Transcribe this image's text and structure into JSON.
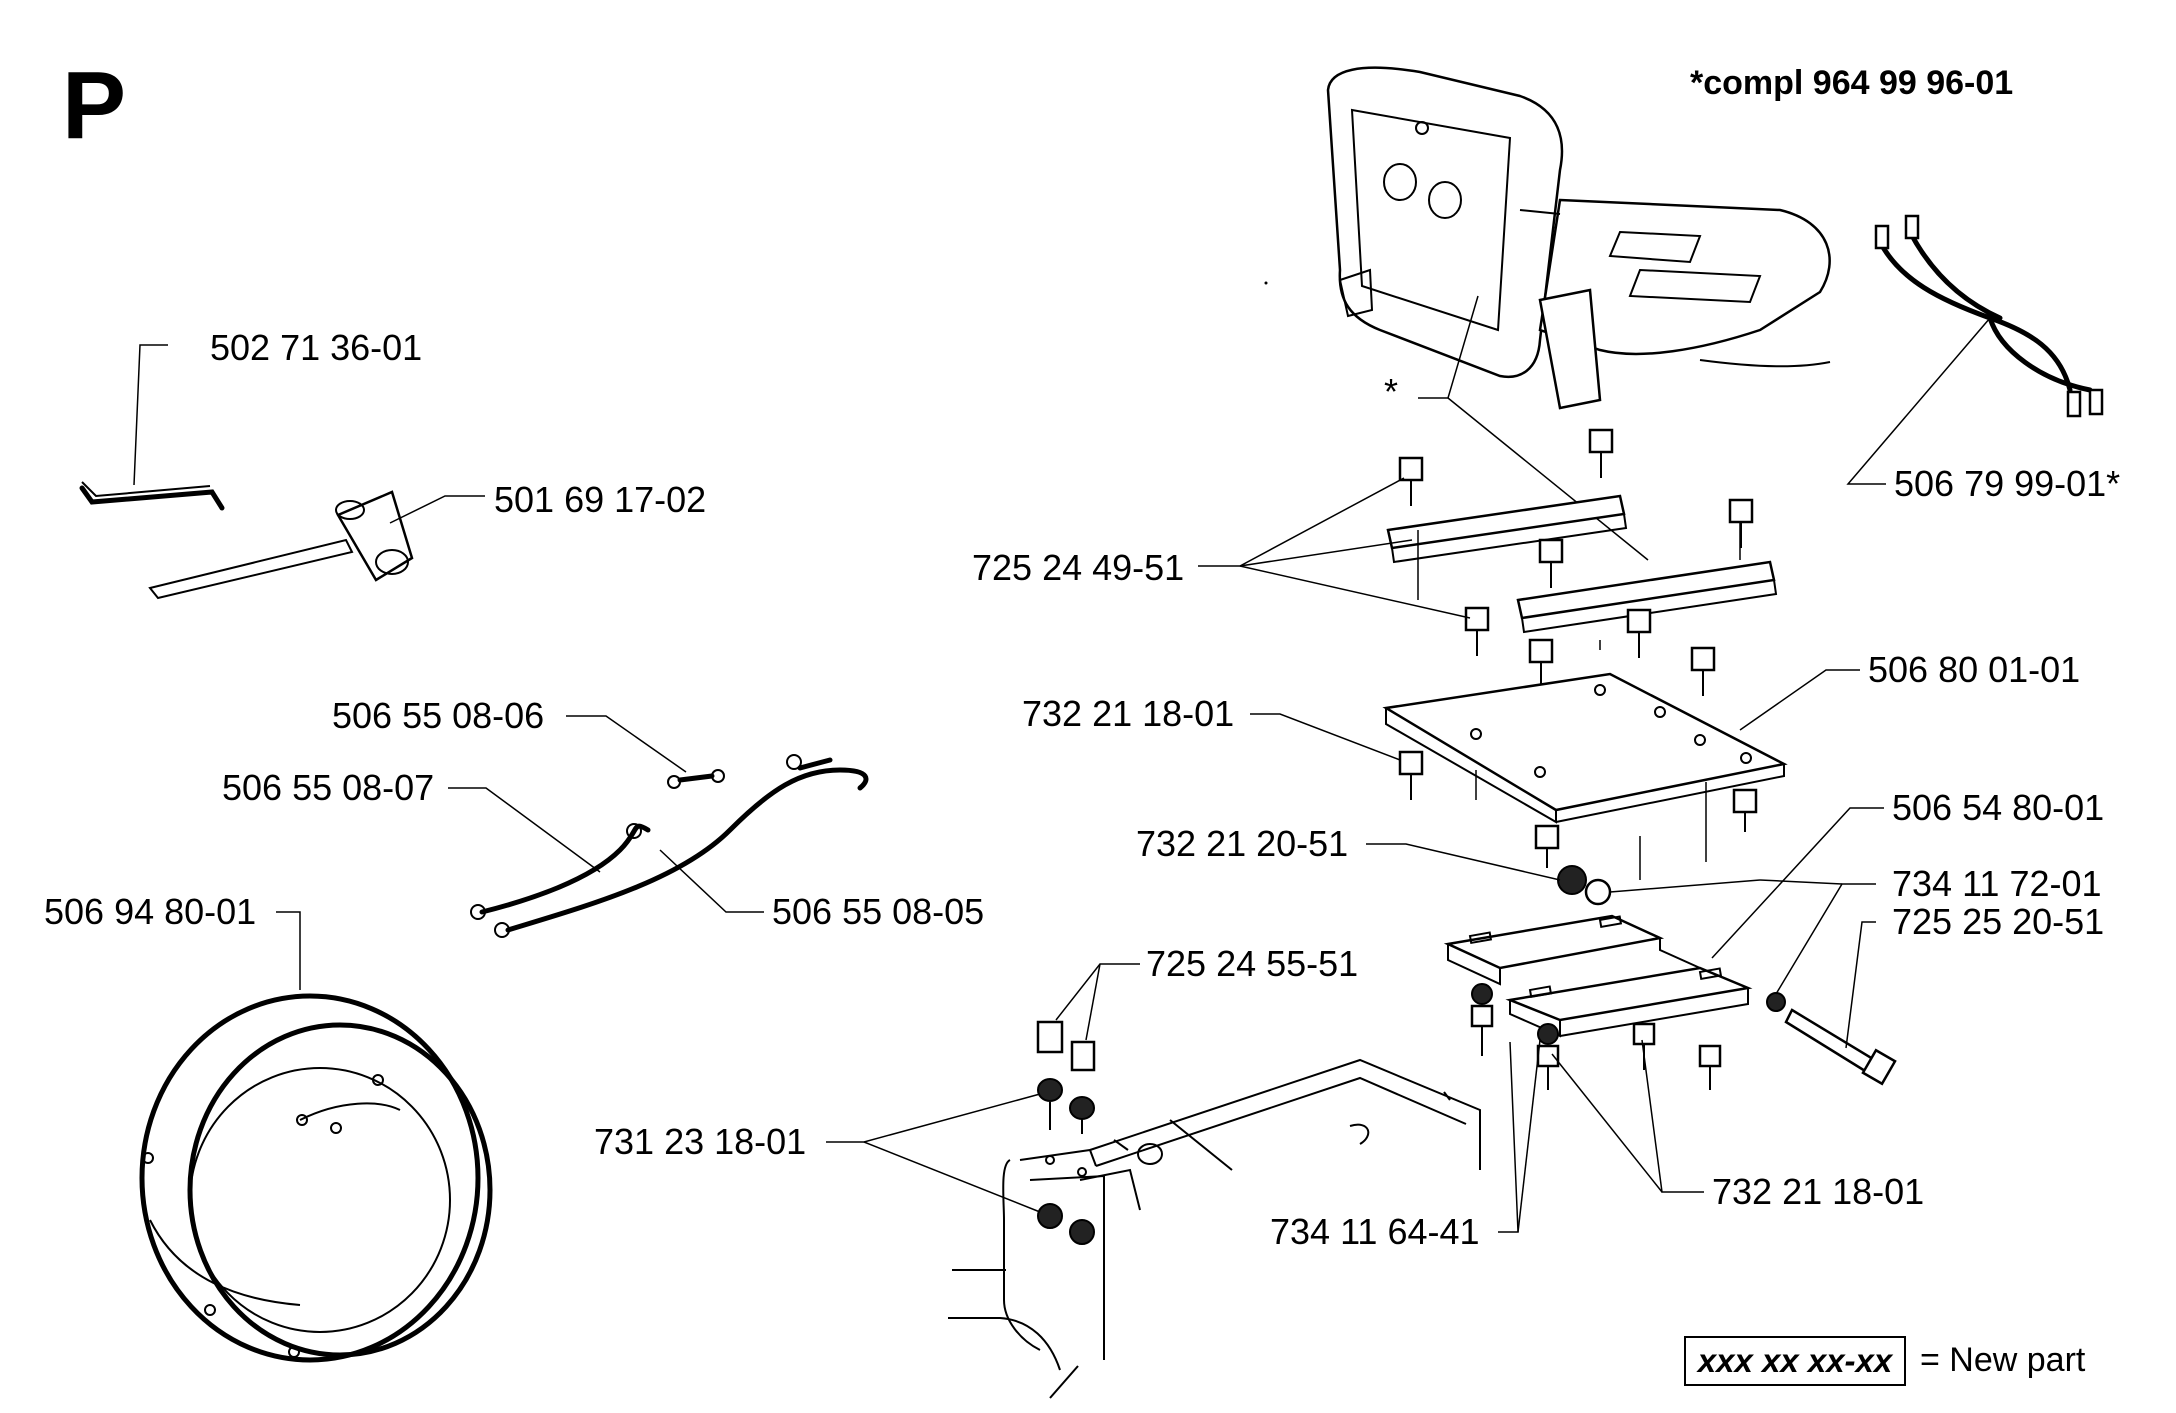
{
  "section": "P",
  "kit_note": "*compl 964 99 96-01",
  "legend": {
    "sample_number": "xxx xx xx-xx",
    "meaning": "= New part"
  },
  "callouts": {
    "c_502_71_36_01": "502 71 36-01",
    "c_501_69_17_02": "501 69 17-02",
    "c_506_55_08_06": "506 55 08-06",
    "c_506_55_08_07": "506 55 08-07",
    "c_506_55_08_05": "506 55 08-05",
    "c_506_94_80_01": "506 94 80-01",
    "c_star": "*",
    "c_506_79_99_01": "506 79 99-01*",
    "c_725_24_49_51": "725 24 49-51",
    "c_732_21_18_01_top": "732 21 18-01",
    "c_506_80_01_01": "506 80 01-01",
    "c_732_21_20_51": "732 21 20-51",
    "c_506_54_80_01": "506 54 80-01",
    "c_734_11_72_01": "734 11 72-01",
    "c_725_25_20_51": "725 25 20-51",
    "c_725_24_55_51": "725 24 55-51",
    "c_731_23_18_01": "731 23 18-01",
    "c_732_21_18_01_bottom": "732 21 18-01",
    "c_734_11_64_41": "734 11 64-41"
  }
}
